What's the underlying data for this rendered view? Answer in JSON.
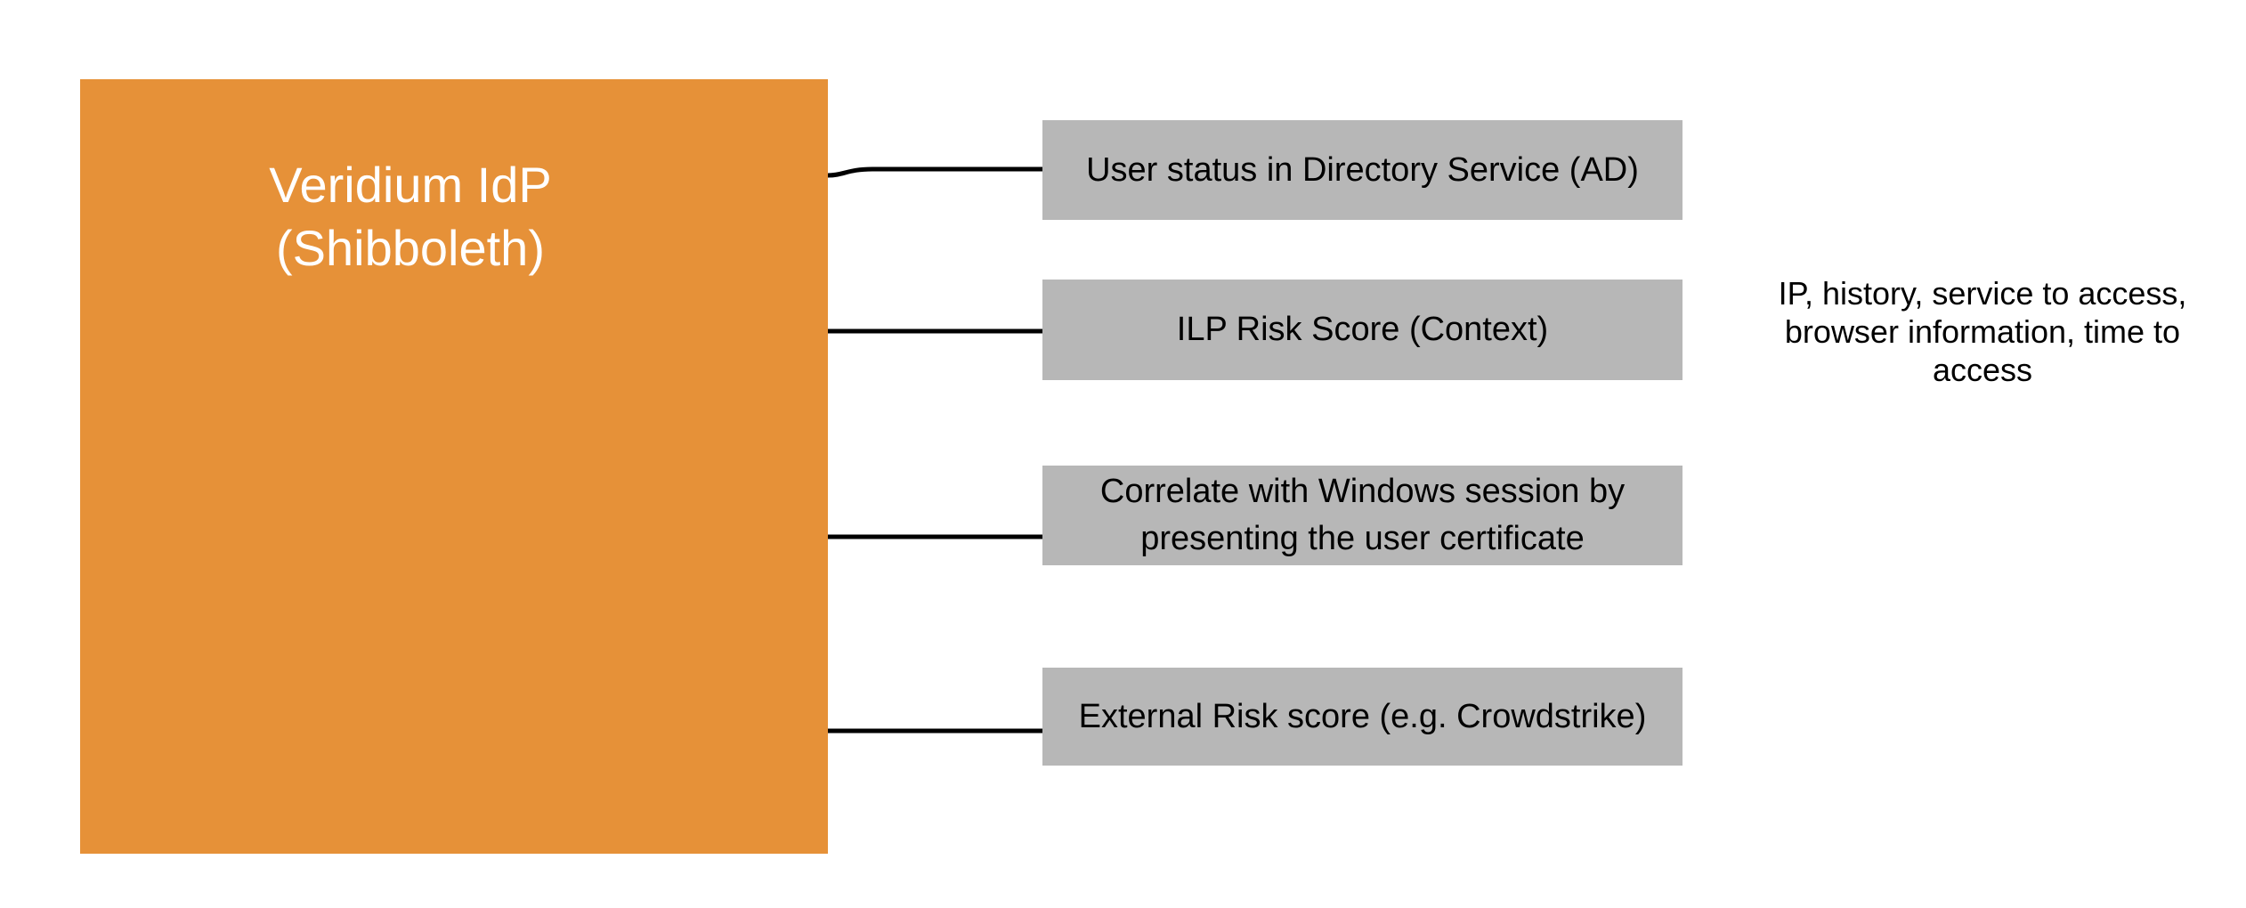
{
  "colors": {
    "background": "#FFFFFF",
    "idp_fill": "#E69138",
    "idp_text": "#FFFFFF",
    "signal_fill": "#B7B7B7",
    "signal_text": "#000000",
    "connector": "#000000",
    "note_text": "#000000"
  },
  "idp_box": {
    "label": "Veridium IdP (Shibboleth)"
  },
  "signal_boxes": [
    {
      "label": "User status in Directory Service (AD)"
    },
    {
      "label": "ILP Risk Score (Context)"
    },
    {
      "label": "Correlate with Windows session by presenting the user certificate"
    },
    {
      "label": "External Risk score (e.g. Crowdstrike)"
    }
  ],
  "context_note": {
    "label": "IP, history, service to access, browser information, time to access"
  }
}
